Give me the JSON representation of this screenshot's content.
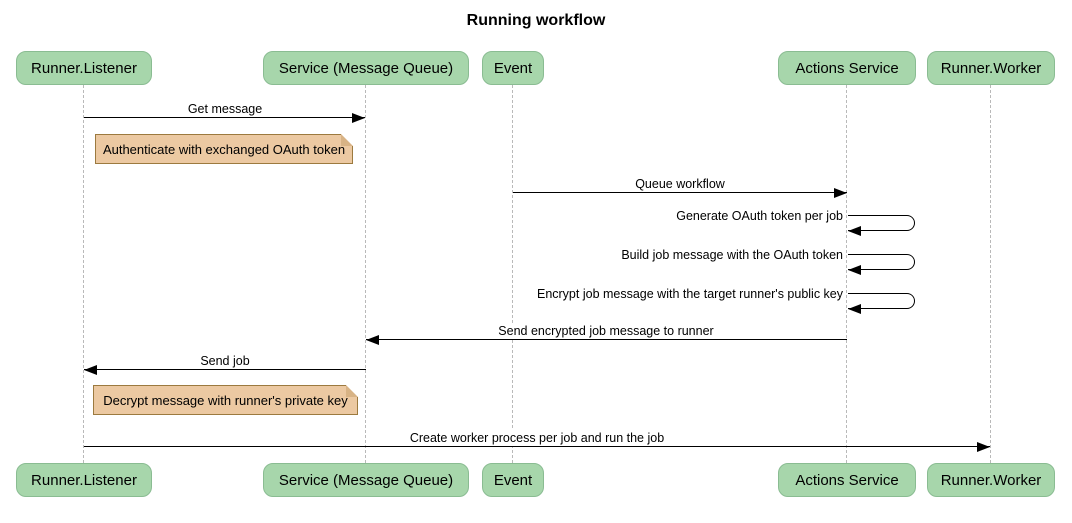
{
  "title": "Running workflow",
  "participants": [
    {
      "label": "Runner.Listener"
    },
    {
      "label": "Service (Message Queue)"
    },
    {
      "label": "Event"
    },
    {
      "label": "Actions Service"
    },
    {
      "label": "Runner.Worker"
    }
  ],
  "messages": {
    "get_message": "Get message",
    "queue_workflow": "Queue workflow",
    "generate_token": "Generate OAuth token per job",
    "build_job": "Build job message with the OAuth token",
    "encrypt_job": "Encrypt job message with the target runner's public key",
    "send_encrypted": "Send encrypted job message to runner",
    "send_job": "Send job",
    "create_worker": "Create worker process per job and run the job"
  },
  "notes": {
    "authenticate": "Authenticate with exchanged OAuth token",
    "decrypt": "Decrypt message with runner's private key"
  },
  "colors": {
    "participant_fill": "#a7d6ab",
    "participant_border": "#8abc92",
    "note_fill": "#ecc9a2",
    "note_border": "#9c7a3f",
    "lifeline": "#b9b9b9",
    "arrow": "#000000",
    "background": "#ffffff"
  }
}
